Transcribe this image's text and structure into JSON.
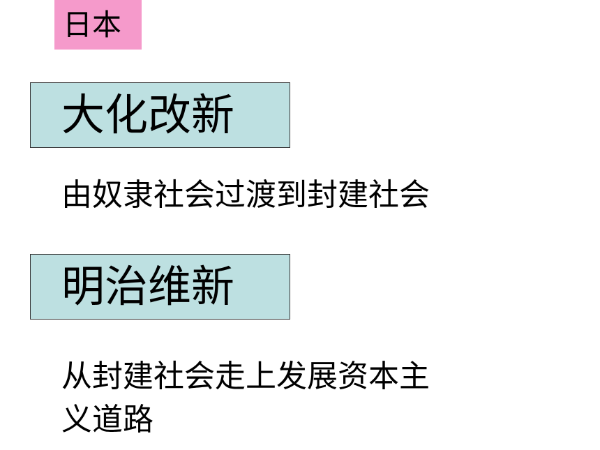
{
  "tag": {
    "text": "日本",
    "background": "#f59acb"
  },
  "sections": [
    {
      "heading": "大化改新",
      "heading_background": "#bde0e1",
      "description_lines": [
        "由奴隶社会过渡到封建社会"
      ]
    },
    {
      "heading": "明治维新",
      "heading_background": "#bde0e1",
      "description_lines": [
        "从封建社会走上发展资本主",
        "义道路"
      ]
    }
  ]
}
